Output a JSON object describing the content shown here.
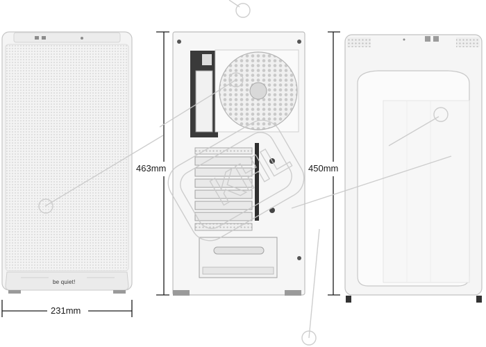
{
  "dimensions": {
    "width_label": "231mm",
    "height_back_label": "463mm",
    "height_side_label": "450mm"
  },
  "front_panel": {
    "brand_logo": "be quiet!"
  },
  "colors": {
    "case_white": "#f4f4f4",
    "mesh_shade": "#e6e6e6",
    "outline": "#bdbdbd",
    "dimension_line": "#1a1a1a",
    "feet": "#9a9a9a"
  }
}
